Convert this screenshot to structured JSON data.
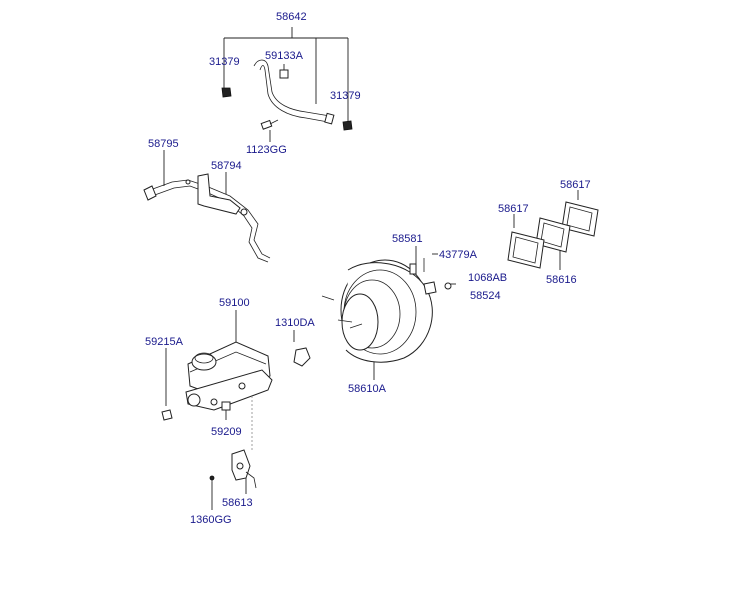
{
  "diagram": {
    "label_color": "#1a1a8c",
    "labels": {
      "p58642": "58642",
      "p31379_left": "31379",
      "p59133a": "59133A",
      "p31379_right": "31379",
      "p1123gg": "1123GG",
      "p58795": "58795",
      "p58794": "58794",
      "p58617_top": "58617",
      "p58617_mid": "58617",
      "p58581": "58581",
      "p43779a": "43779A",
      "p1068ab": "1068AB",
      "p58524": "58524",
      "p58616": "58616",
      "p59100": "59100",
      "p1310da": "1310DA",
      "p59215a": "59215A",
      "p58610a": "58610A",
      "p59209": "59209",
      "p58613": "58613",
      "p1360gg": "1360GG"
    }
  }
}
